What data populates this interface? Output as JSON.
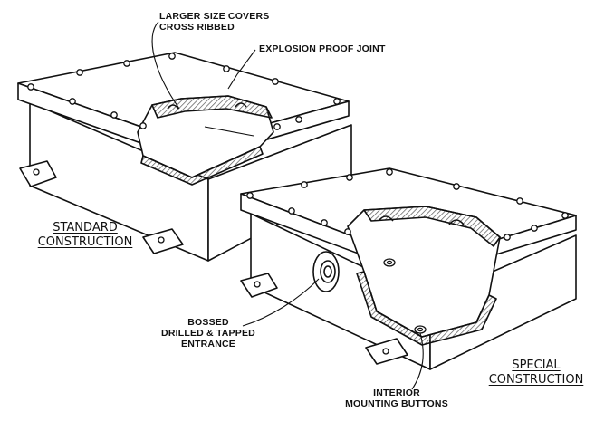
{
  "labels": {
    "larger_covers_line1": "LARGER SIZE COVERS",
    "larger_covers_line2": "CROSS RIBBED",
    "explosion_proof_joint": "EXPLOSION PROOF JOINT",
    "standard_line1": "STANDARD",
    "standard_line2": "CONSTRUCTION",
    "bossed_line1": "BOSSED",
    "bossed_line2": "DRILLED & TAPPED",
    "bossed_line3": "ENTRANCE",
    "special_line1": "SPECIAL",
    "special_line2": "CONSTRUCTION",
    "interior_line1": "INTERIOR",
    "interior_line2": "MOUNTING BUTTONS"
  },
  "colors": {
    "ink": "#111111",
    "paper": "#ffffff",
    "hatch": "#555555"
  }
}
